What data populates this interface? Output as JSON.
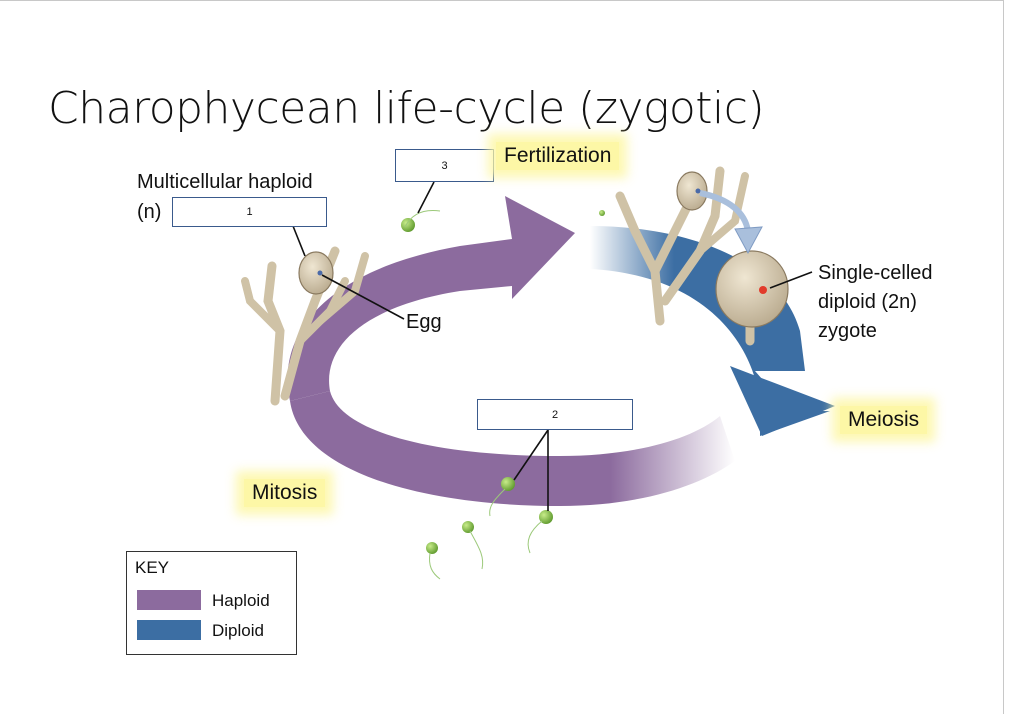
{
  "title": "Charophycean life-cycle (zygotic)",
  "labels": {
    "multicellular": "Multicellular haploid",
    "n": "(n)",
    "egg": "Egg",
    "zygote_line1": "Single-celled",
    "zygote_line2": "diploid (2n)",
    "zygote_line3": "zygote"
  },
  "stages": {
    "fertilization": "Fertilization",
    "meiosis": "Meiosis",
    "mitosis": "Mitosis"
  },
  "boxes": {
    "box1": "1",
    "box2": "2",
    "box3": "3"
  },
  "key": {
    "title": "KEY",
    "items": [
      {
        "label": "Haploid",
        "color": "#8c6b9e"
      },
      {
        "label": "Diploid",
        "color": "#3c6ea3"
      }
    ]
  },
  "colors": {
    "haploid": "#8c6b9e",
    "diploid": "#3c6ea3",
    "highlight": "#fdf7a6",
    "cell": "#d8cdb6",
    "spore": "#7cb54a"
  }
}
